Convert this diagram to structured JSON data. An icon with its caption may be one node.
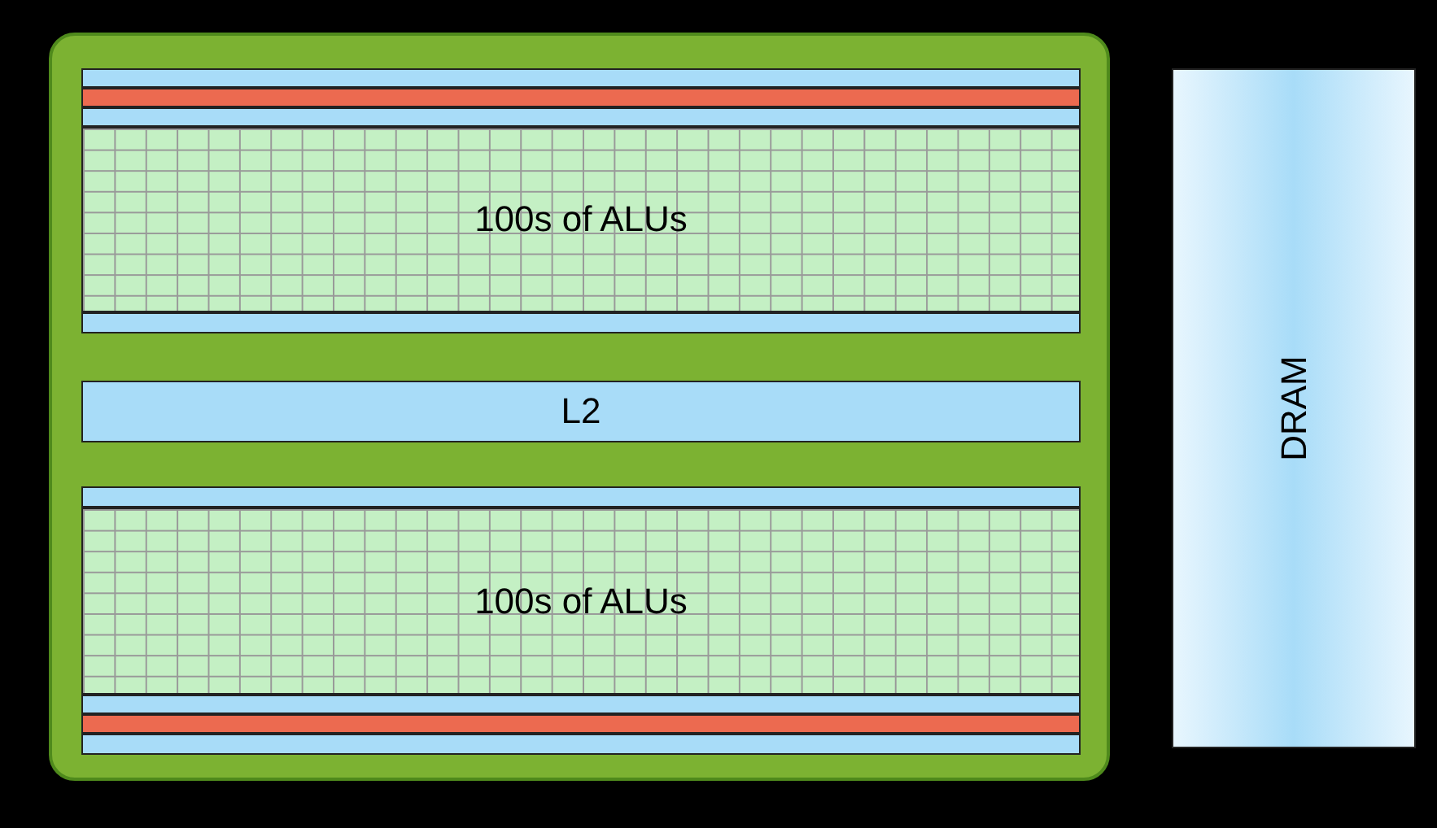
{
  "diagram": {
    "nodes": [
      {
        "text": [],
        "shape": "box"
      },
      {
        "text": [
          "100s of ALUs"
        ],
        "in": 0
      },
      {
        "text": [
          "L2"
        ],
        "in": 0
      },
      {
        "text": [
          "100s of ALUs"
        ],
        "in": 0
      },
      {
        "text": [
          "DRAM"
        ]
      }
    ]
  }
}
